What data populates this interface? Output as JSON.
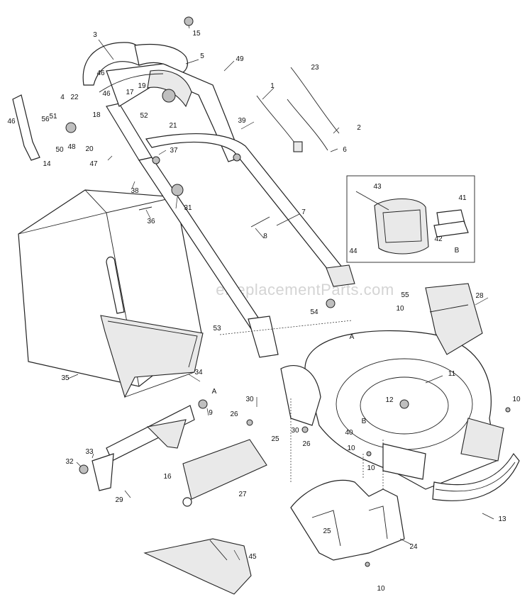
{
  "watermark": "eReplacementParts.com",
  "callouts": [
    {
      "n": "1"
    },
    {
      "n": "2"
    },
    {
      "n": "3"
    },
    {
      "n": "4"
    },
    {
      "n": "5"
    },
    {
      "n": "6"
    },
    {
      "n": "7"
    },
    {
      "n": "8"
    },
    {
      "n": "9"
    },
    {
      "n": "10"
    },
    {
      "n": "10"
    },
    {
      "n": "10"
    },
    {
      "n": "10"
    },
    {
      "n": "10"
    },
    {
      "n": "11"
    },
    {
      "n": "12"
    },
    {
      "n": "13"
    },
    {
      "n": "14"
    },
    {
      "n": "15"
    },
    {
      "n": "16"
    },
    {
      "n": "17"
    },
    {
      "n": "18"
    },
    {
      "n": "19"
    },
    {
      "n": "20"
    },
    {
      "n": "21"
    },
    {
      "n": "22"
    },
    {
      "n": "23"
    },
    {
      "n": "24"
    },
    {
      "n": "25"
    },
    {
      "n": "25"
    },
    {
      "n": "26"
    },
    {
      "n": "26"
    },
    {
      "n": "27"
    },
    {
      "n": "28"
    },
    {
      "n": "29"
    },
    {
      "n": "30"
    },
    {
      "n": "30"
    },
    {
      "n": "31"
    },
    {
      "n": "32"
    },
    {
      "n": "33"
    },
    {
      "n": "34"
    },
    {
      "n": "35"
    },
    {
      "n": "36"
    },
    {
      "n": "37"
    },
    {
      "n": "38"
    },
    {
      "n": "39"
    },
    {
      "n": "40"
    },
    {
      "n": "41"
    },
    {
      "n": "42"
    },
    {
      "n": "43"
    },
    {
      "n": "44"
    },
    {
      "n": "45"
    },
    {
      "n": "46"
    },
    {
      "n": "46"
    },
    {
      "n": "46"
    },
    {
      "n": "47"
    },
    {
      "n": "48"
    },
    {
      "n": "49"
    },
    {
      "n": "50"
    },
    {
      "n": "51"
    },
    {
      "n": "52"
    },
    {
      "n": "53"
    },
    {
      "n": "54"
    },
    {
      "n": "55"
    },
    {
      "n": "56"
    }
  ],
  "reference_letters": [
    {
      "t": "A"
    },
    {
      "t": "A"
    },
    {
      "t": "B"
    },
    {
      "t": "B"
    }
  ]
}
